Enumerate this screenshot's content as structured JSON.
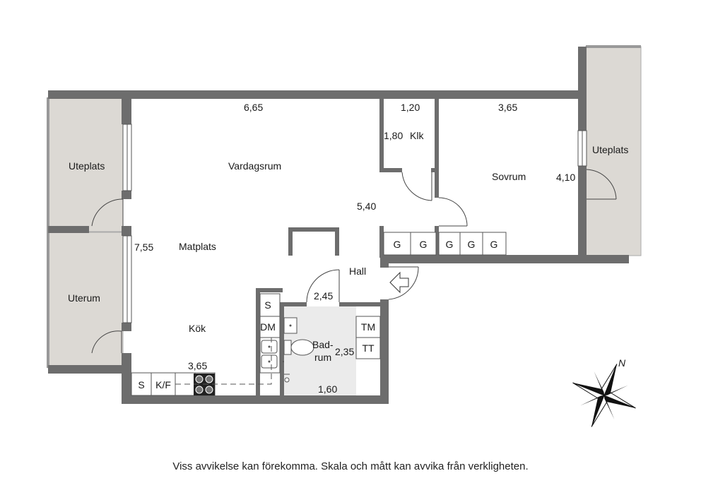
{
  "rooms": {
    "vardagsrum": "Vardagsrum",
    "matplats": "Matplats",
    "kok": "Kök",
    "hall": "Hall",
    "klk": "Klk",
    "sovrum": "Sovrum",
    "badrum_line1": "Bad-",
    "badrum_line2": "rum",
    "uteplats_left": "Uteplats",
    "uterum": "Uterum",
    "uteplats_right": "Uteplats"
  },
  "dimensions": {
    "vardagsrum_width": "6,65",
    "klk_width": "1,20",
    "klk_depth": "1,80",
    "sovrum_width": "3,65",
    "sovrum_depth": "4,10",
    "living_depth": "5,40",
    "matplats_depth": "7,55",
    "hall_width": "2,45",
    "kok_width": "3,65",
    "bad_depth": "2,35",
    "bad_width": "1,60"
  },
  "fixtures": {
    "wardrobe": [
      "G",
      "G",
      "G",
      "G",
      "G"
    ],
    "kitchen_s_upper": "S",
    "dm": "DM",
    "kitchen_s_lower": "S",
    "kf": "K/F",
    "tm": "TM",
    "tt": "TT"
  },
  "compass": {
    "north": "N"
  },
  "colors": {
    "wall": "#6d6d6d",
    "outdoor": "#dcd9d4",
    "line": "#555555",
    "white": "#ffffff"
  },
  "disclaimer": "Viss avvikelse kan förekomma. Skala och mått kan avvika från verkligheten."
}
